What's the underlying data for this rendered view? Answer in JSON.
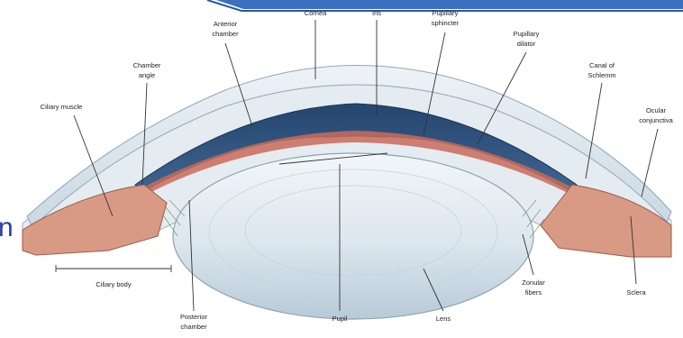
{
  "diagram": {
    "labels": {
      "cornea": "Cornea",
      "iris": "Iris",
      "pupillary_sphincter": [
        "Pupillary",
        "sphincter"
      ],
      "pupillary_dilator": [
        "Pupillary",
        "dilator"
      ],
      "anterior_chamber": [
        "Anterior",
        "chamber"
      ],
      "chamber_angle": [
        "Chamber",
        "angle"
      ],
      "ciliary_muscle": "Ciliary muscle",
      "canal_of_schlemm": [
        "Canal of",
        "Schlemm"
      ],
      "ocular_conjunctiva": [
        "Ocular",
        "conjunctiva"
      ],
      "ciliary_body": "Ciliary body",
      "posterior_chamber": [
        "Posterior",
        "chamber"
      ],
      "pupil": "Pupil",
      "lens": "Lens",
      "zonular_fibers": [
        "Zonular",
        "fibers"
      ],
      "sclera": "Sclera"
    },
    "edge_letter": "n",
    "colors": {
      "banner_blue": "#3c6fc0",
      "edge_letter": "#2a3fa0",
      "cornea": "#d5e3ec",
      "iris": "#2f4f7a",
      "ciliary": "#d99a85",
      "lens": "#dfe9ef"
    }
  }
}
